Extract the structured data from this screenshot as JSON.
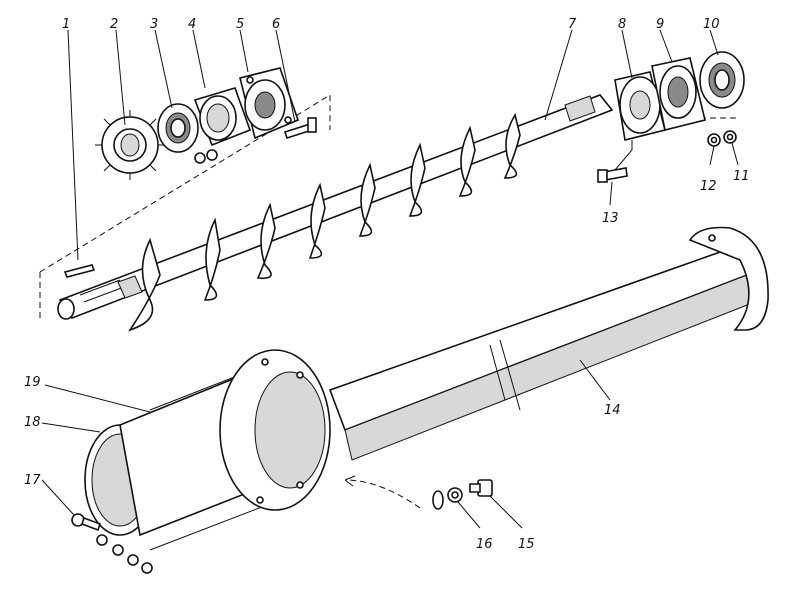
{
  "labels": {
    "n1": "1",
    "n2": "2",
    "n3": "3",
    "n4": "4",
    "n5": "5",
    "n6": "6",
    "n7": "7",
    "n8": "8",
    "n9": "9",
    "n10": "10",
    "n11": "11",
    "n12": "12",
    "n13": "13",
    "n14": "14",
    "n15": "15",
    "n16": "16",
    "n17": "17",
    "n18": "18",
    "n19": "19"
  }
}
